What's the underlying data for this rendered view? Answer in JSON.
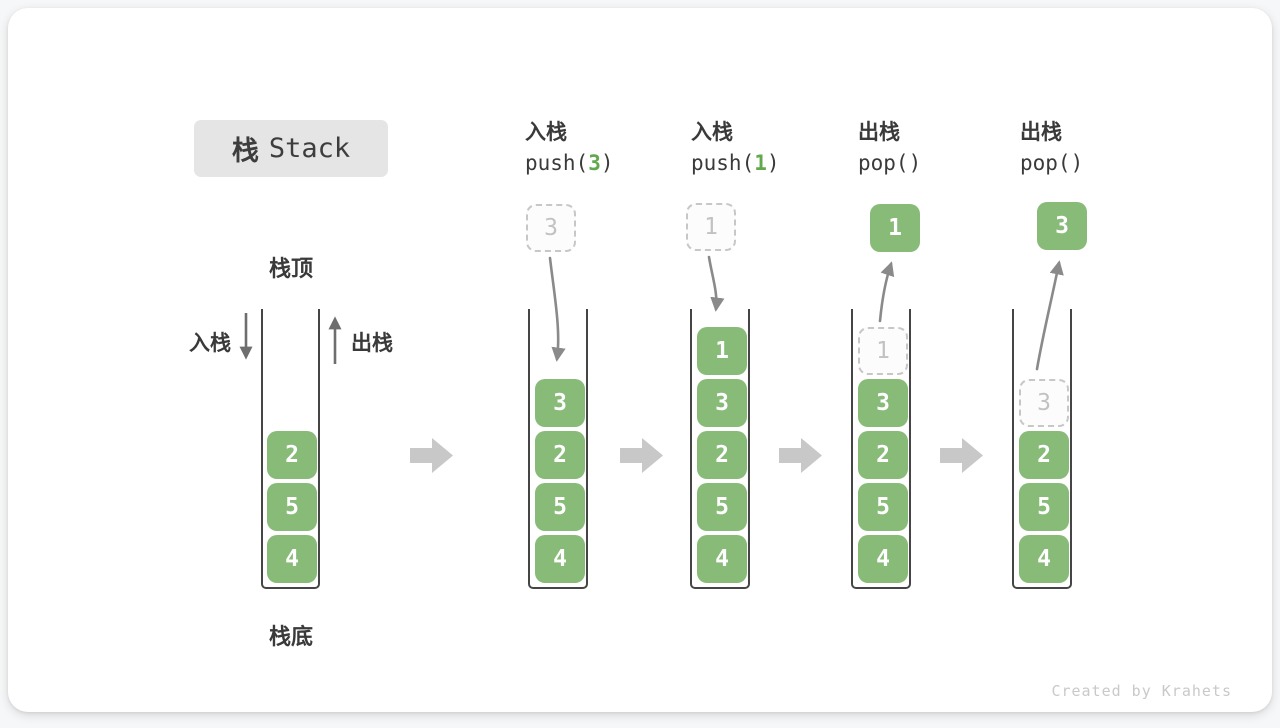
{
  "title": {
    "zh": "栈",
    "en": "Stack"
  },
  "labels": {
    "stack_top": "栈顶",
    "stack_bottom": "栈底",
    "push": "入栈",
    "pop": "出栈"
  },
  "footer": "Created by Krahets",
  "colors": {
    "cell_green": "#87bb77",
    "code_arg_green": "#62a94e",
    "dark_text": "#3a3a3a",
    "ghost_gray": "#c2c2c2",
    "flow_arrow_gray": "#c8c8c8"
  },
  "stacks": [
    {
      "cells": [
        "2",
        "5",
        "4"
      ]
    },
    {
      "header": {
        "op": "入栈",
        "code_pre": "push(",
        "arg": "3",
        "code_post": ")"
      },
      "floating_value": "3",
      "cells": [
        "3",
        "2",
        "5",
        "4"
      ]
    },
    {
      "header": {
        "op": "入栈",
        "code_pre": "push(",
        "arg": "1",
        "code_post": ")"
      },
      "floating_value": "1",
      "cells": [
        "1",
        "3",
        "2",
        "5",
        "4"
      ]
    },
    {
      "header": {
        "op": "出栈",
        "code_pre": "pop()",
        "arg": "",
        "code_post": ""
      },
      "popped_value": "1",
      "ghost_value": "1",
      "cells": [
        "3",
        "2",
        "5",
        "4"
      ]
    },
    {
      "header": {
        "op": "出栈",
        "code_pre": "pop()",
        "arg": "",
        "code_post": ""
      },
      "popped_value": "3",
      "ghost_value": "3",
      "cells": [
        "2",
        "5",
        "4"
      ]
    }
  ]
}
